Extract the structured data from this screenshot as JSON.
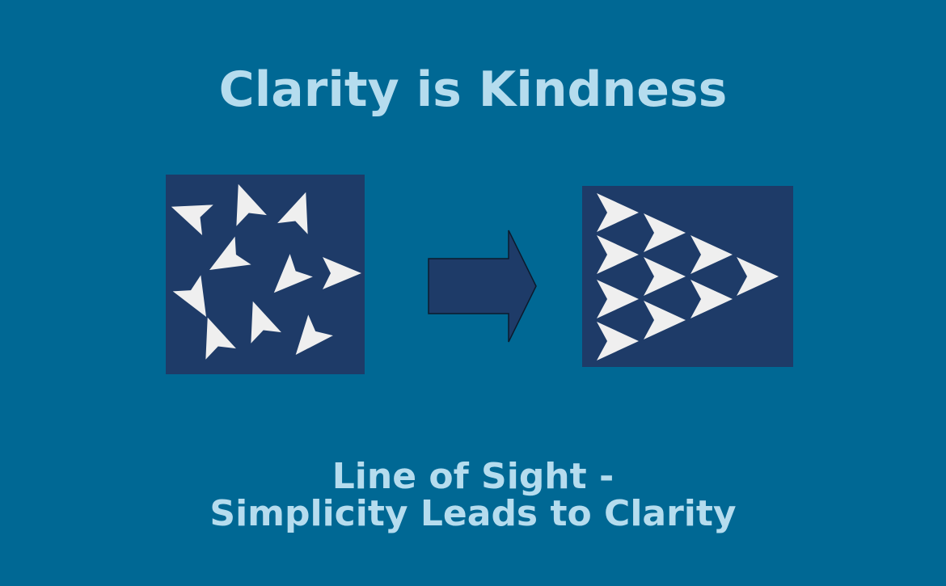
{
  "title": "Clarity is Kindness",
  "subtitle": {
    "line1": "Line of Sight -",
    "line2": "Simplicity Leads to Clarity"
  },
  "colors": {
    "background": "#006894",
    "panel": "#1e3b68",
    "text": "#b5dcee",
    "shape": "#efefef",
    "arrow": "#1e3b68"
  }
}
